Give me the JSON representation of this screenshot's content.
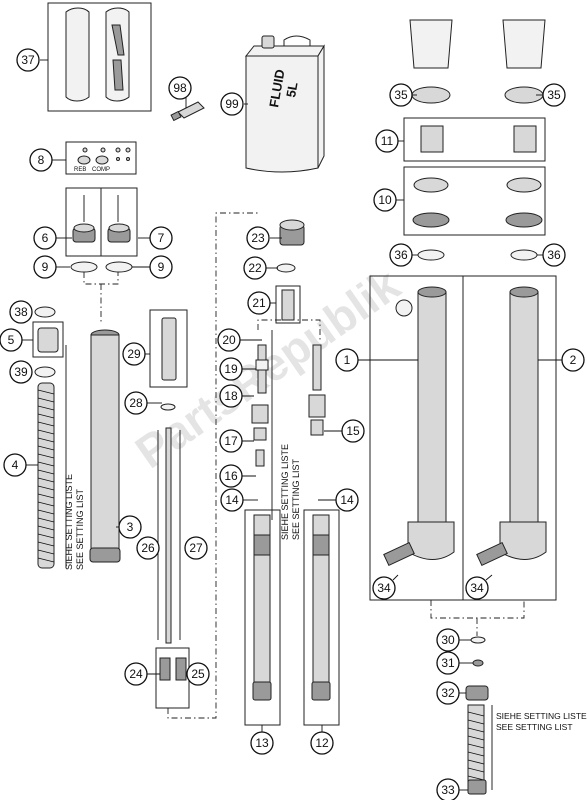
{
  "watermark": "PartsRepublik",
  "setting_note": {
    "de": "SIEHE SETTING LISTE",
    "en": "SEE SETTING LIST"
  },
  "can_label": {
    "line1": "FLUID",
    "line2": "5L"
  },
  "small_labels": {
    "reb": "REB",
    "comp": "COMP"
  },
  "callouts": {
    "c1": "1",
    "c2": "2",
    "c3": "3",
    "c4": "4",
    "c5": "5",
    "c6": "6",
    "c7": "7",
    "c8": "8",
    "c9a": "9",
    "c9b": "9",
    "c10": "10",
    "c11": "11",
    "c12": "12",
    "c13": "13",
    "c14a": "14",
    "c14b": "14",
    "c15": "15",
    "c16": "16",
    "c17": "17",
    "c18": "18",
    "c19": "19",
    "c20": "20",
    "c21": "21",
    "c22": "22",
    "c23": "23",
    "c24": "24",
    "c25": "25",
    "c26": "26",
    "c27": "27",
    "c28": "28",
    "c29": "29",
    "c30": "30",
    "c31": "31",
    "c32": "32",
    "c33": "33",
    "c34a": "34",
    "c34b": "34",
    "c35a": "35",
    "c35b": "35",
    "c36a": "36",
    "c36b": "36",
    "c37": "37",
    "c38": "38",
    "c39": "39",
    "c98": "98",
    "c99": "99"
  }
}
